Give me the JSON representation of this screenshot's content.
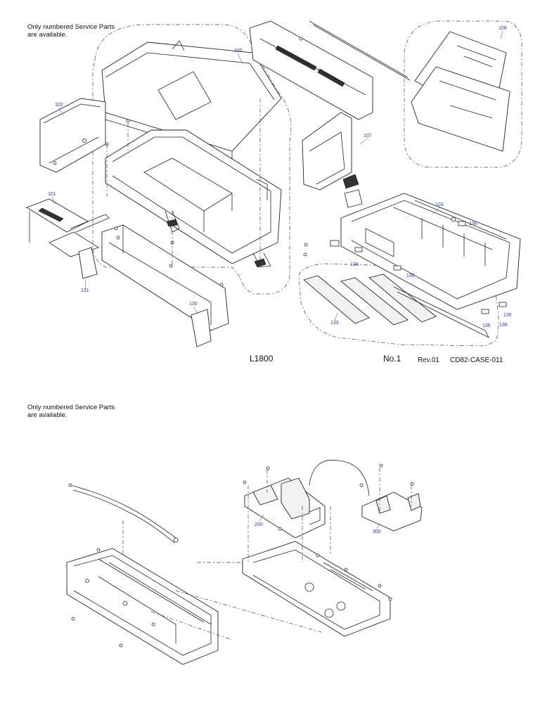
{
  "sheet1": {
    "note_lines": [
      "Only numbered Service Parts",
      "are available."
    ],
    "model": "L1800",
    "page_no": "No.1",
    "revision": "Rev.01",
    "doc_id": "CD82-CASE-011",
    "callouts": {
      "p100": "100",
      "p101": "101",
      "p102": "102",
      "p103": "103",
      "p107": "107",
      "p108": "108",
      "p130": "130",
      "p131": "131",
      "p133": "133",
      "p136a": "136",
      "p136b": "136",
      "p136c": "136",
      "p136d": "136",
      "p136e": "136",
      "p136f": "136"
    }
  },
  "sheet2": {
    "note_lines": [
      "Only numbered Service Parts",
      "are available."
    ],
    "callouts": {
      "p200": "200",
      "p300": "300"
    }
  }
}
